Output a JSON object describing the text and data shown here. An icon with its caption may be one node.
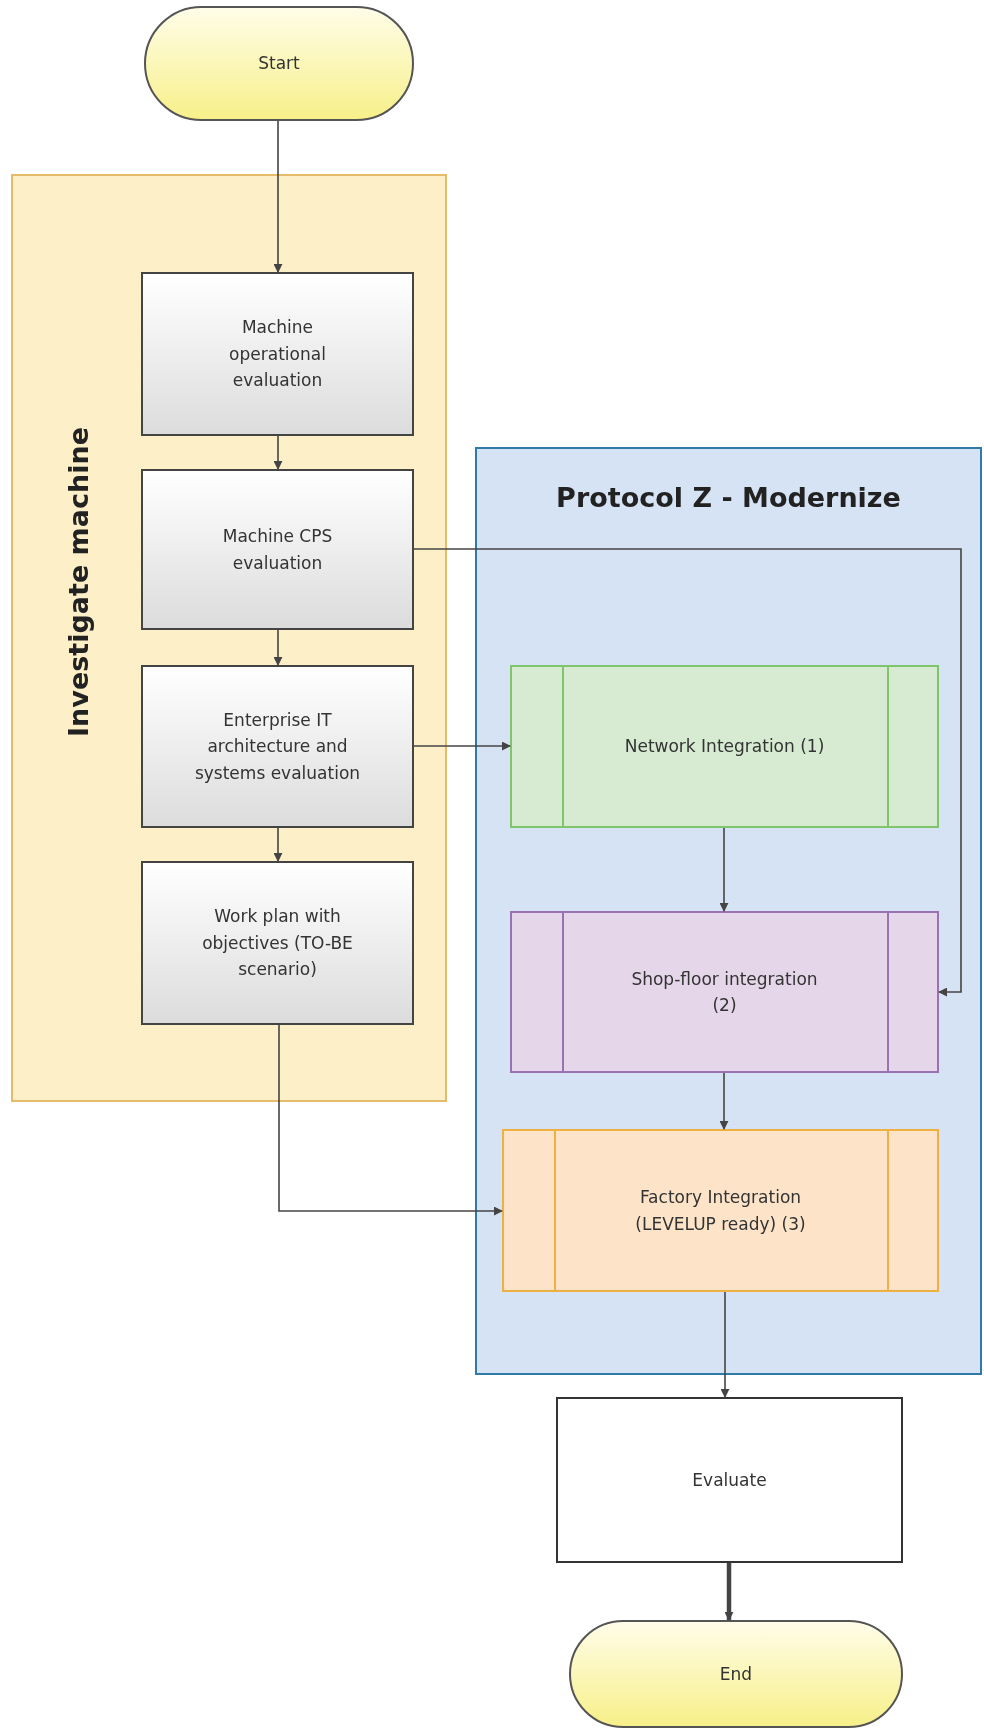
{
  "diagram": {
    "nodes": [
      {
        "text": [
          "Start"
        ]
      },
      {
        "text": [
          "Investigate machine"
        ]
      },
      {
        "text": [
          "Machine operational evaluation"
        ],
        "in": 1
      },
      {
        "text": [
          "Machine CPS evaluation"
        ],
        "in": 1
      },
      {
        "text": [
          "Enterprise IT architecture and systems evaluation"
        ],
        "in": 1
      },
      {
        "text": [
          "Work plan with objectives (TO-BE scenario)"
        ],
        "in": 1
      },
      {
        "text": [
          "Protocol Z - Modernize"
        ]
      },
      {
        "text": [
          "Network Integration (1)"
        ],
        "in": 6
      },
      {
        "text": [
          "Shop-floor integration (2)"
        ],
        "in": 6
      },
      {
        "text": [
          "Factory Integration (LEVELUP ready) (3)"
        ],
        "in": 6
      },
      {
        "text": [
          "Evaluate"
        ]
      },
      {
        "text": [
          "End"
        ]
      }
    ],
    "edges": [
      {
        "from": 0,
        "to": 2,
        "arrow": "to"
      },
      {
        "from": 2,
        "to": 3,
        "arrow": "to"
      },
      {
        "from": 3,
        "to": 4,
        "arrow": "to"
      },
      {
        "from": 4,
        "to": 5,
        "arrow": "to"
      },
      {
        "from": 4,
        "to": 7,
        "arrow": "to"
      },
      {
        "from": 3,
        "to": 8,
        "arrow": "to"
      },
      {
        "from": 7,
        "to": 8,
        "arrow": "to"
      },
      {
        "from": 8,
        "to": 9,
        "arrow": "to"
      },
      {
        "from": 5,
        "to": 9,
        "arrow": "to"
      },
      {
        "from": 9,
        "to": 10,
        "arrow": "to"
      },
      {
        "from": 10,
        "to": 11,
        "arrow": "to",
        "style": "thick"
      }
    ]
  }
}
